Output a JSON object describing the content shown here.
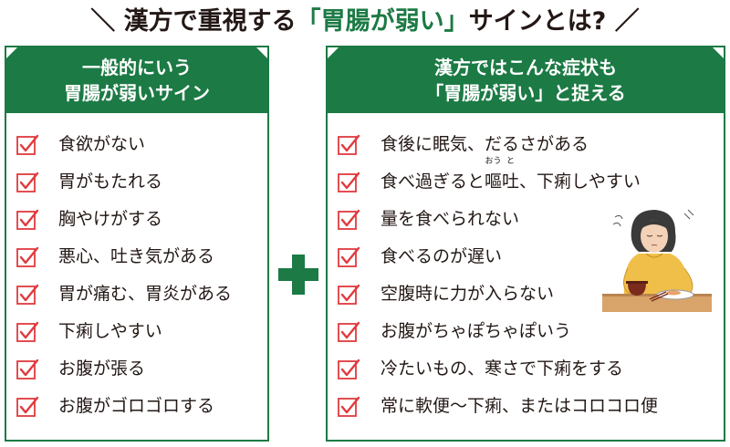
{
  "title": {
    "pre": "＼ 漢方で重視する",
    "highlight": "「胃腸が弱い」",
    "post": "サインとは? ／"
  },
  "left_panel": {
    "heading_line1": "一般的にいう",
    "heading_line2": "胃腸が弱いサイン",
    "items": [
      "食欲がない",
      "胃がもたれる",
      "胸やけがする",
      "悪心、吐き気がある",
      "胃が痛む、胃炎がある",
      "下痢しやすい",
      "お腹が張る",
      "お腹がゴロゴロする"
    ]
  },
  "right_panel": {
    "heading_line1": "漢方ではこんな症状も",
    "heading_line2": "「胃腸が弱い」と捉える",
    "items": [
      "食後に眠気、だるさがある",
      "",
      "量を食べられない",
      "食べるのが遅い",
      "空腹時に力が入らない",
      "お腹がちゃぽちゃぽいう",
      "冷たいもの、寒さで下痢をする",
      "常に軟便～下痢、またはコロコロ便"
    ],
    "item2": {
      "pre": "食べ過ぎると",
      "kanji1": "嘔",
      "ruby1": "おう",
      "kanji2": "吐",
      "ruby2": "と",
      "post": "、下痢しやすい"
    }
  },
  "colors": {
    "accent": "#1c7a45",
    "check": "#e03a3e",
    "text": "#231815"
  },
  "icons": {
    "check": "checkbox-checked-icon",
    "plus": "plus-icon",
    "illustration": "tired-woman-at-table-illustration"
  }
}
